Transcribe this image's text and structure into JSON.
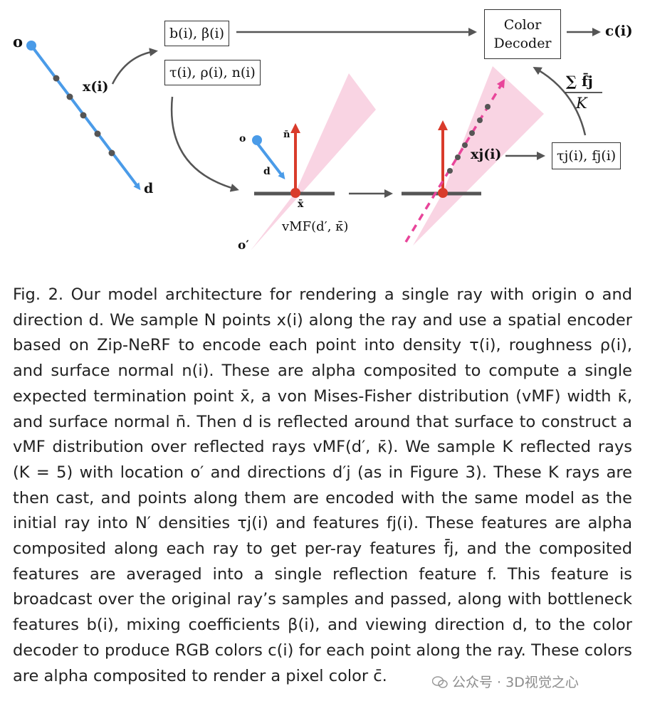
{
  "figure": {
    "ray_labels": {
      "origin": "o",
      "sample": "x(i)",
      "direction": "d"
    },
    "encoder_outputs": {
      "bottleneck": "b(i), β(i)",
      "density_roughness_normal": "τ(i), ρ(i), n(i)"
    },
    "decoder": {
      "line1": "Color",
      "line2": "Decoder",
      "output": "c(i)"
    },
    "reflection_labels": {
      "origin": "o",
      "direction": "d",
      "normal": "n̄",
      "surface_point": "x̄",
      "vmf": "vMF(d′, κ̄)",
      "reflected_origin": "o′",
      "reflected_sample": "xj(i)",
      "reflected_outputs": "τj(i), fj(i)",
      "average_numerator": "∑ f̄j",
      "average_denominator": "K"
    }
  },
  "caption": {
    "text": "Fig. 2.  Our model architecture for rendering a single ray with origin o and direction d. We sample N points x(i) along the ray and use a spatial encoder based on Zip-NeRF to encode each point into density τ(i), roughness ρ(i), and surface normal n(i). These are alpha composited to compute a single expected termination point x̄, a von Mises-Fisher distribution (vMF) width κ̄, and surface normal n̄. Then d is reflected around that surface to construct a vMF distribution over reflected rays vMF(d′, κ̄). We sample K reflected rays (K = 5) with location o′ and directions d′j (as in Figure 3). These K rays are then cast, and points along them are encoded with the same model as the initial ray into N′ densities τj(i) and features fj(i). These features are alpha composited along each ray to get per-ray features f̄j, and the composited features are averaged into a single reflection feature f. This feature is broadcast over the original ray’s samples and passed, along with bottleneck features b(i), mixing coefficients β(i), and viewing direction d, to the color decoder to produce RGB colors c(i) for each point along the ray. These colors are alpha composited to render a pixel color c̄."
  },
  "watermark": {
    "text": "公众号 · 3D视觉之心"
  },
  "colors": {
    "ray_blue": "#4a9be8",
    "normal_red": "#d93b2b",
    "cone_pink": "#f7c6d9",
    "dashed_magenta": "#e8459a",
    "sample_dot": "#555555",
    "surface": "#555555"
  }
}
